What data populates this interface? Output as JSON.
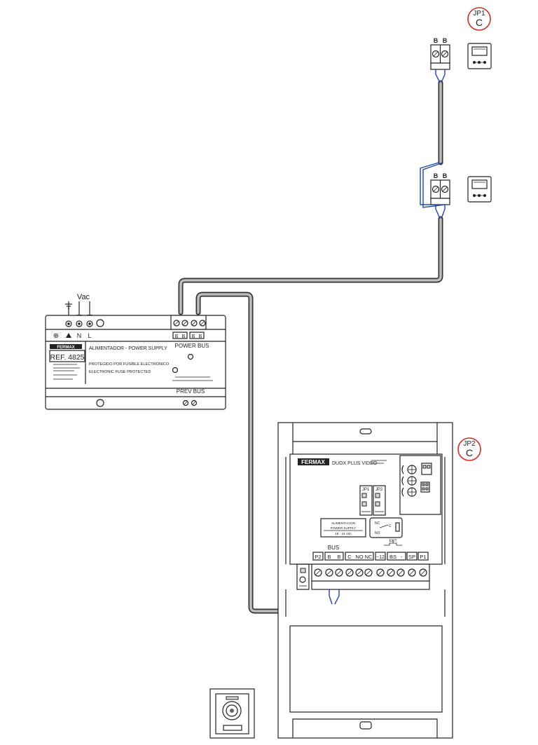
{
  "jp1": {
    "label": "JP1",
    "value": "C"
  },
  "jp2": {
    "label": "JP2",
    "value": "C"
  },
  "monitor_terminals": {
    "top": [
      "B",
      "B"
    ],
    "second": [
      "B",
      "B"
    ]
  },
  "power_supply": {
    "input_label": "Vac",
    "input_terminals": [
      "N",
      "L"
    ],
    "bus_terminals": [
      "B",
      "B",
      "B",
      "B"
    ],
    "brand": "FERMAX",
    "ref": "REF. 4825",
    "title": "ALIMENTADOR - POWER SUPPLY",
    "power_bus": "POWER BUS",
    "prev_bus": "PREV BUS",
    "line1": "PROTEGIDO POR FUSIBLE ELECTRONICO",
    "line2": "ELECTRONIC FUSE PROTECTED"
  },
  "panel": {
    "brand": "FERMAX",
    "model": "DUOX PLUS VIDEO",
    "jumpers": [
      "JP1",
      "JP2"
    ],
    "supply_lines": [
      "ALIMENTACION",
      "POWER SUPPLY",
      "18 - 24 Vdc"
    ],
    "relay_labels": [
      "NC",
      "C",
      "NO"
    ],
    "exit_label": "EXIT",
    "bus_label": "BUS",
    "terminals": [
      "P2",
      "B",
      "B",
      "C",
      "NO",
      "NC",
      "~12",
      "BS",
      "-",
      "SP",
      "P1"
    ]
  }
}
